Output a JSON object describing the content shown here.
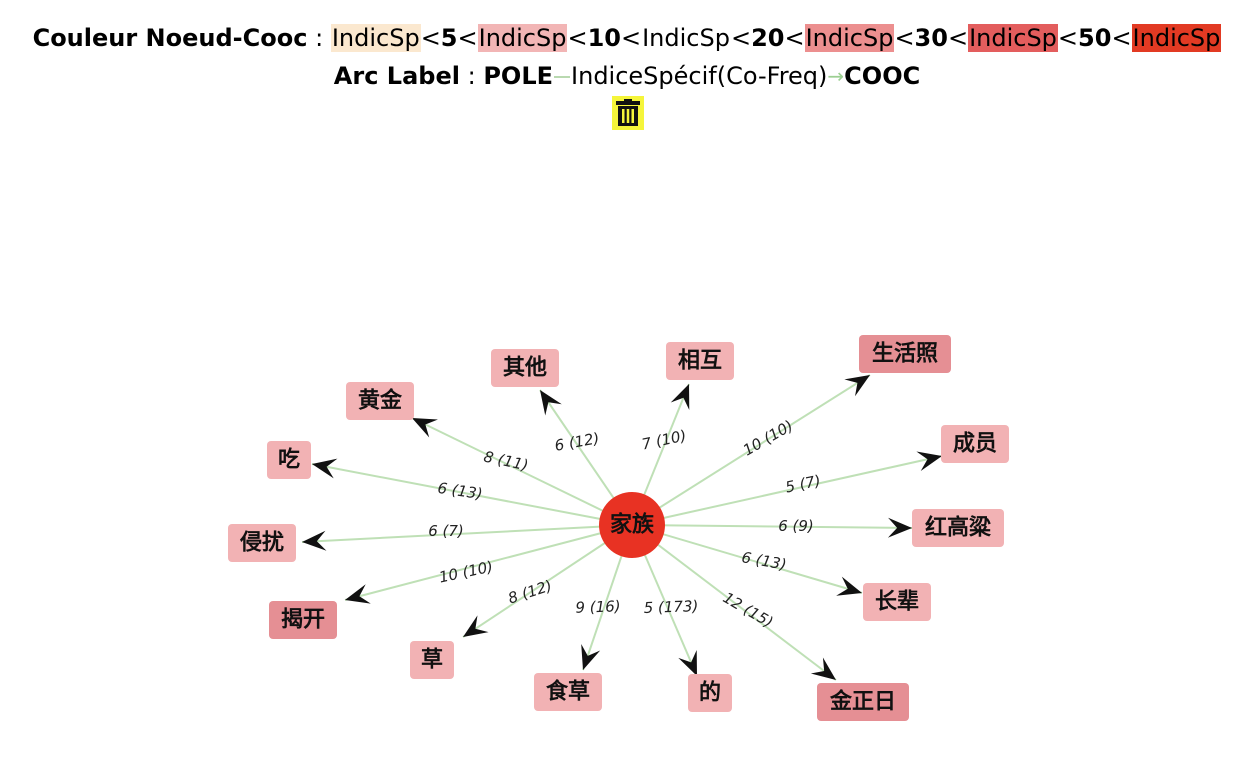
{
  "legend": {
    "couleur_label": "Couleur Noeud-Cooc",
    "sep": ":",
    "lt": "<",
    "indic": "IndicSp",
    "thresholds": [
      "5",
      "10",
      "20",
      "30",
      "50"
    ],
    "swatch_colors": [
      "#fbe8cf",
      "#f2b5b5",
      "#ffffff",
      "#ec8f8f",
      "#e35d5d",
      "#e23a23"
    ],
    "arc_label": "Arc Label",
    "pole": "POLE",
    "indice": "IndiceSpécif(Co-Freq)",
    "cooc": "COOC"
  },
  "colors": {
    "edge": "#bfe0b6",
    "center": "#e83223",
    "arrow": "#111111"
  },
  "graph": {
    "center": {
      "label": "家族"
    },
    "nodes": [
      {
        "label": "生活照",
        "edge": "10 (10)",
        "color": "#e58f94"
      },
      {
        "label": "成员",
        "edge": "5 (7)",
        "color": "#f2b2b4"
      },
      {
        "label": "红高粱",
        "edge": "6 (9)",
        "color": "#f2b2b4"
      },
      {
        "label": "长辈",
        "edge": "6 (13)",
        "color": "#f2b2b4"
      },
      {
        "label": "金正日",
        "edge": "12 (15)",
        "color": "#e58f94"
      },
      {
        "label": "的",
        "edge": "5 (173)",
        "color": "#f2b2b4"
      },
      {
        "label": "食草",
        "edge": "9 (16)",
        "color": "#f2b2b4"
      },
      {
        "label": "草",
        "edge": "8 (12)",
        "color": "#f2b2b4"
      },
      {
        "label": "揭开",
        "edge": "10 (10)",
        "color": "#e58f94"
      },
      {
        "label": "侵扰",
        "edge": "6 (7)",
        "color": "#f2b2b4"
      },
      {
        "label": "吃",
        "edge": "6 (13)",
        "color": "#f2b2b4"
      },
      {
        "label": "黄金",
        "edge": "8 (11)",
        "color": "#f2b2b4"
      },
      {
        "label": "其他",
        "edge": "6 (12)",
        "color": "#f2b2b4"
      },
      {
        "label": "相互",
        "edge": "7 (10)",
        "color": "#f2b2b4"
      }
    ]
  }
}
